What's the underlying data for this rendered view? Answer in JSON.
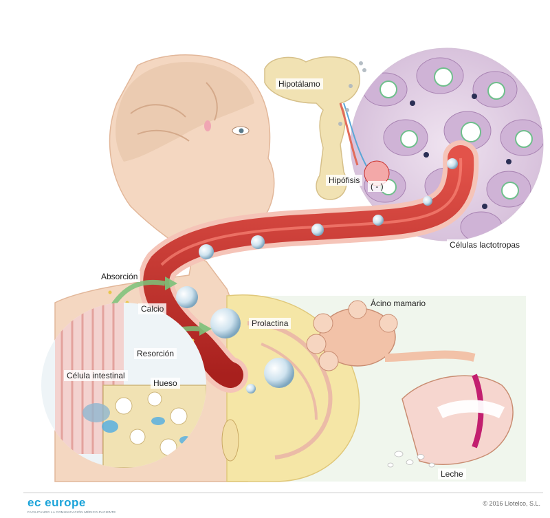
{
  "labels": {
    "hypothalamus": "Hipotálamo",
    "pituitary": "Hipófisis",
    "inhibition": "( - )",
    "lactotroph_cells": "Células lactotropas",
    "absorption": "Absorción",
    "calcium": "Calcio",
    "prolactin": "Prolactina",
    "mammary_acinus": "Ácino mamario",
    "resorption": "Resorción",
    "intestinal_cell": "Célula intestinal",
    "bone": "Hueso",
    "milk": "Leche"
  },
  "footer": {
    "brand": "ec europe",
    "tagline": "FACILITANDO LA COMUNICACIÓN MÉDICO-PACIENTE",
    "copyright": "© 2016 Llotelco, S.L."
  },
  "colors": {
    "brand": "#1aa3d9",
    "vessel": "#c9302c",
    "skin": "#f4d7c1",
    "bone": "#f1e2b3",
    "cells": "#d9c4de"
  }
}
